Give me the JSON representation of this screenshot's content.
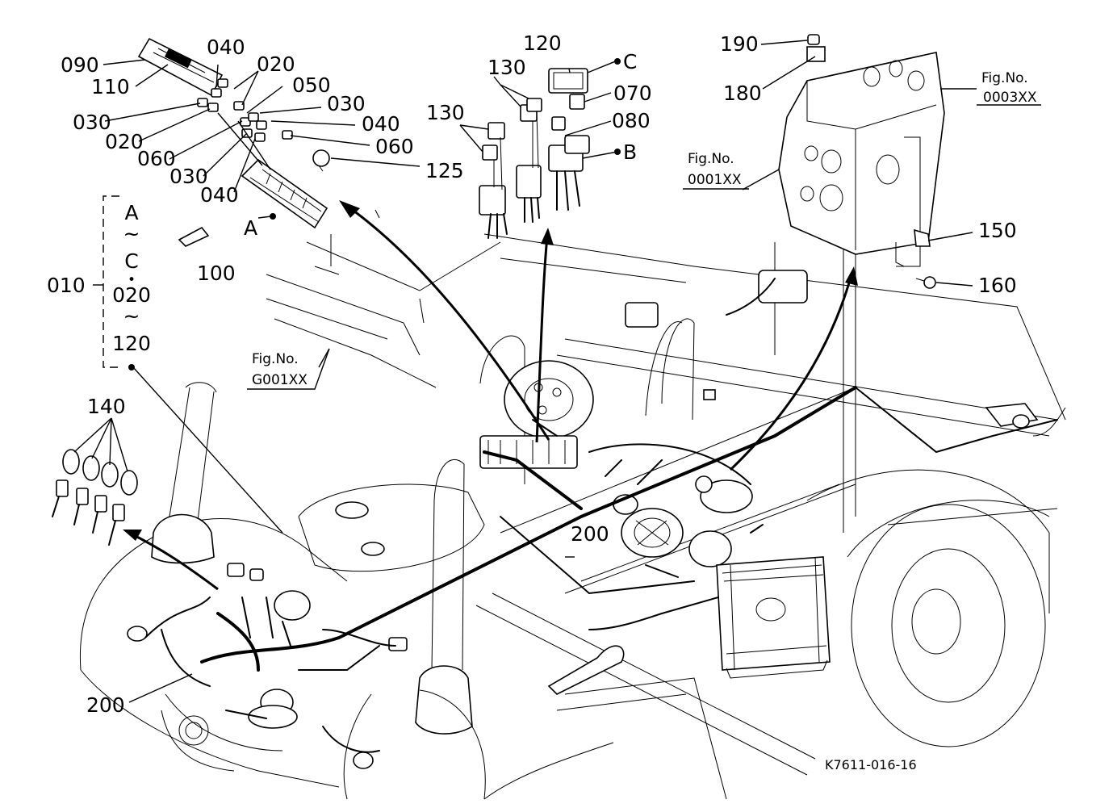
{
  "labels": {
    "p090": "090",
    "p110": "110",
    "p040a": "040",
    "p020a": "020",
    "p050": "050",
    "p030a": "030",
    "p040b": "040",
    "p060a": "060",
    "p030b": "030",
    "p020b": "020",
    "p060b": "060",
    "p030c": "030",
    "p040c": "040",
    "p125": "125",
    "pA": "A",
    "p100": "100",
    "p120": "120",
    "pC": "C",
    "p130a": "130",
    "p070": "070",
    "p130b": "130",
    "p080": "080",
    "pB": "B",
    "p190": "190",
    "p180": "180",
    "p150": "150",
    "p160": "160",
    "p140": "140",
    "p200a": "200",
    "p200b": "200",
    "p010": "010"
  },
  "range": {
    "a": "A",
    "t1": "~",
    "c": "C",
    "dot": "•",
    "n020": "020",
    "t2": "~",
    "n120": "120"
  },
  "figrefs": {
    "engine_fig": "Fig.No.",
    "engine_code": "0003XX",
    "block_fig": "Fig.No.",
    "block_code": "0001XX",
    "frame_fig": "Fig.No.",
    "frame_code": "G001XX"
  },
  "drawing_code": "K7611-016-16"
}
